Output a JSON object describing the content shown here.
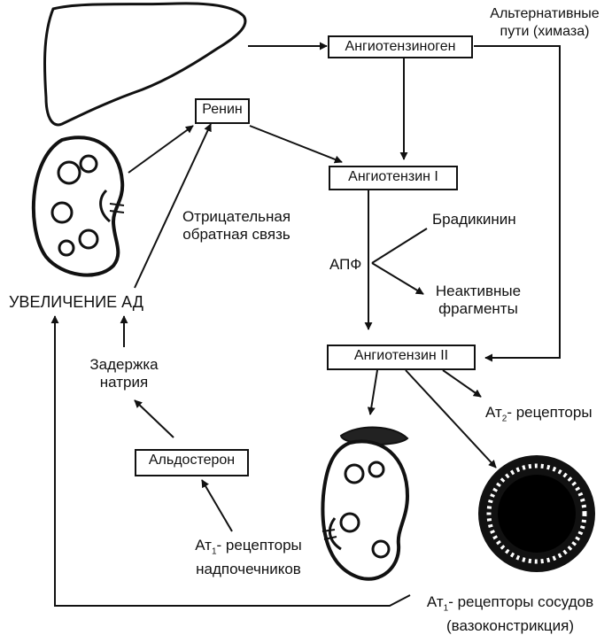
{
  "nodes": {
    "angiotensinogen": "Ангиотензиноген",
    "renin": "Ренин",
    "angiotensin1": "Ангиотензин I",
    "angiotensin2": "Ангиотензин II",
    "aldosterone": "Альдостерон"
  },
  "labels": {
    "alt_paths_line1": "Альтернативные",
    "alt_paths_line2": "пути (химаза)",
    "neg_feedback_line1": "Отрицательная",
    "neg_feedback_line2": "обратная связь",
    "bp_increase": "УВЕЛИЧЕНИЕ АД",
    "sodium_line1": "Задержка",
    "sodium_line2": "натрия",
    "bradykinin": "Брадикинин",
    "ace": "АПФ",
    "inactive_line1": "Неактивные",
    "inactive_line2": "фрагменты",
    "at2_prefix": "Ат",
    "at2_sub": "2",
    "at2_suffix": "- рецепторы",
    "at1_adrenal_prefix": "Ат",
    "at1_adrenal_sub": "1",
    "at1_adrenal_suffix": "- рецепторы",
    "at1_adrenal_line2": "надпочечников",
    "at1_vessel_prefix": "Ат",
    "at1_vessel_sub": "1",
    "at1_vessel_suffix": "- рецепторы сосудов",
    "at1_vessel_line2": "(вазоконстрикция)"
  },
  "icons": [
    "liver-icon",
    "kidney-icon",
    "adrenal-kidney-icon",
    "blood-vessel-icon"
  ],
  "colors": {
    "ink": "#111111",
    "paper": "#ffffff"
  }
}
